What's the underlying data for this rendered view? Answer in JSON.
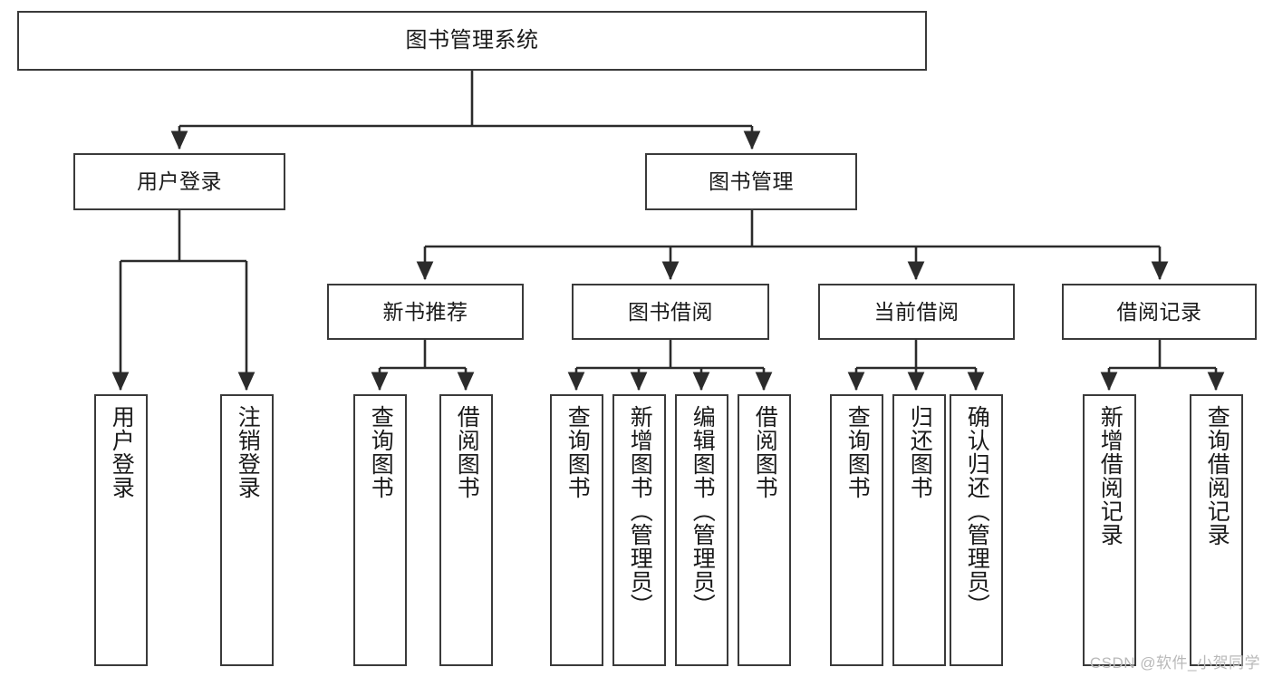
{
  "diagram": {
    "title": "图书管理系统",
    "type": "tree-hierarchy-chart",
    "watermark": "CSDN @软件_小贺同学",
    "colors": {
      "box_border": "#3a3a3a",
      "box_fill": "#ffffff",
      "edge": "#2b2b2b",
      "text": "#1a1a1a",
      "watermark": "#b9b9b9"
    },
    "root": {
      "label": "图书管理系统"
    },
    "level1": [
      {
        "label": "用户登录"
      },
      {
        "label": "图书管理"
      }
    ],
    "level2": [
      {
        "label": "新书推荐"
      },
      {
        "label": "图书借阅"
      },
      {
        "label": "当前借阅"
      },
      {
        "label": "借阅记录"
      }
    ],
    "leaves": {
      "user_login": [
        {
          "label": "用户登录"
        },
        {
          "label": "注销登录"
        }
      ],
      "new_book_recommend": [
        {
          "label": "查询图书"
        },
        {
          "label": "借阅图书"
        }
      ],
      "book_borrow": [
        {
          "label": "查询图书"
        },
        {
          "label": "新增图书（管理员）"
        },
        {
          "label": "编辑图书（管理员）"
        },
        {
          "label": "借阅图书"
        }
      ],
      "current_borrow": [
        {
          "label": "查询图书"
        },
        {
          "label": "归还图书"
        },
        {
          "label": "确认归还（管理员）"
        }
      ],
      "borrow_record": [
        {
          "label": "新增借阅记录"
        },
        {
          "label": "查询借阅记录"
        }
      ]
    }
  }
}
